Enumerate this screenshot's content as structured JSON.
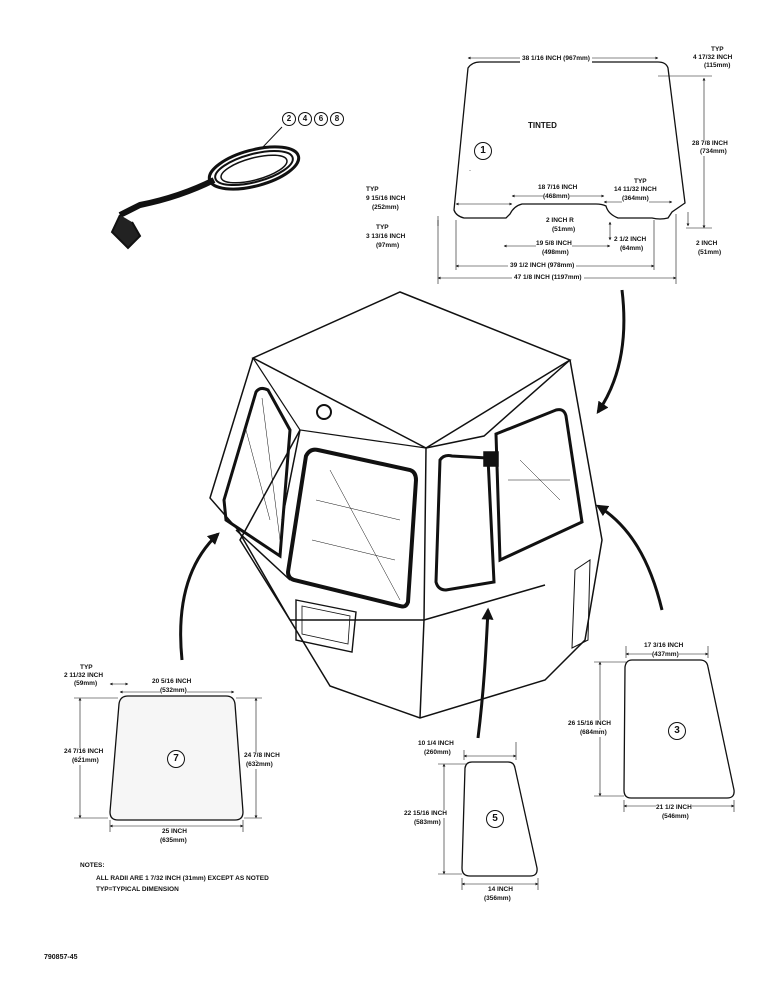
{
  "part_callouts": {
    "kit": [
      "2",
      "4",
      "6",
      "8"
    ],
    "windshield": "1",
    "right_window": "3",
    "door_window": "5",
    "left_window": "7"
  },
  "windshield": {
    "tint_label": "TINTED",
    "top_width": "38 1/16 INCH (967mm)",
    "typ_label": "TYP",
    "top_corner": "4 17/32 INCH",
    "top_corner_mm": "(115mm)",
    "height": "28 7/8 INCH",
    "height_mm": "(734mm)",
    "notch_width": "18 7/16 INCH",
    "notch_width_mm": "(468mm)",
    "notch_side": "14 11/32 INCH",
    "notch_side_mm": "(364mm)",
    "left_offset": "9 15/16 INCH",
    "left_offset_mm": "(252mm)",
    "left_height": "3 13/16 INCH",
    "left_height_mm": "(97mm)",
    "notch_radius": "2 INCH R",
    "notch_radius_mm": "(51mm)",
    "notch_depth": "2 1/2 INCH",
    "notch_depth_mm": "(64mm)",
    "right_step": "2 INCH",
    "right_step_mm": "(51mm)",
    "notch_bottom": "19 5/8 INCH",
    "notch_bottom_mm": "(498mm)",
    "inner_width": "39 1/2 INCH (978mm)",
    "bottom_width": "47 1/8 INCH (1197mm)"
  },
  "left_window": {
    "typ_label": "TYP",
    "corner": "2 11/32 INCH",
    "corner_mm": "(59mm)",
    "top": "20 5/16 INCH",
    "top_mm": "(532mm)",
    "left": "24 7/16 INCH",
    "left_mm": "(621mm)",
    "right": "24 7/8 INCH",
    "right_mm": "(632mm)",
    "bottom": "25 INCH",
    "bottom_mm": "(635mm)"
  },
  "door_window": {
    "top": "10 1/4 INCH",
    "top_mm": "(260mm)",
    "height": "22 15/16 INCH",
    "height_mm": "(583mm)",
    "bottom": "14 INCH",
    "bottom_mm": "(356mm)"
  },
  "right_window": {
    "top": "17 3/16 INCH",
    "top_mm": "(437mm)",
    "height": "26 15/16 INCH",
    "height_mm": "(684mm)",
    "bottom": "21 1/2 INCH",
    "bottom_mm": "(546mm)"
  },
  "notes": {
    "heading": "NOTES:",
    "line1": "ALL RADII ARE 1 7/32 INCH (31mm) EXCEPT AS NOTED",
    "line2": "TYP=TYPICAL DIMENSION"
  },
  "figure_number": "790857-45"
}
